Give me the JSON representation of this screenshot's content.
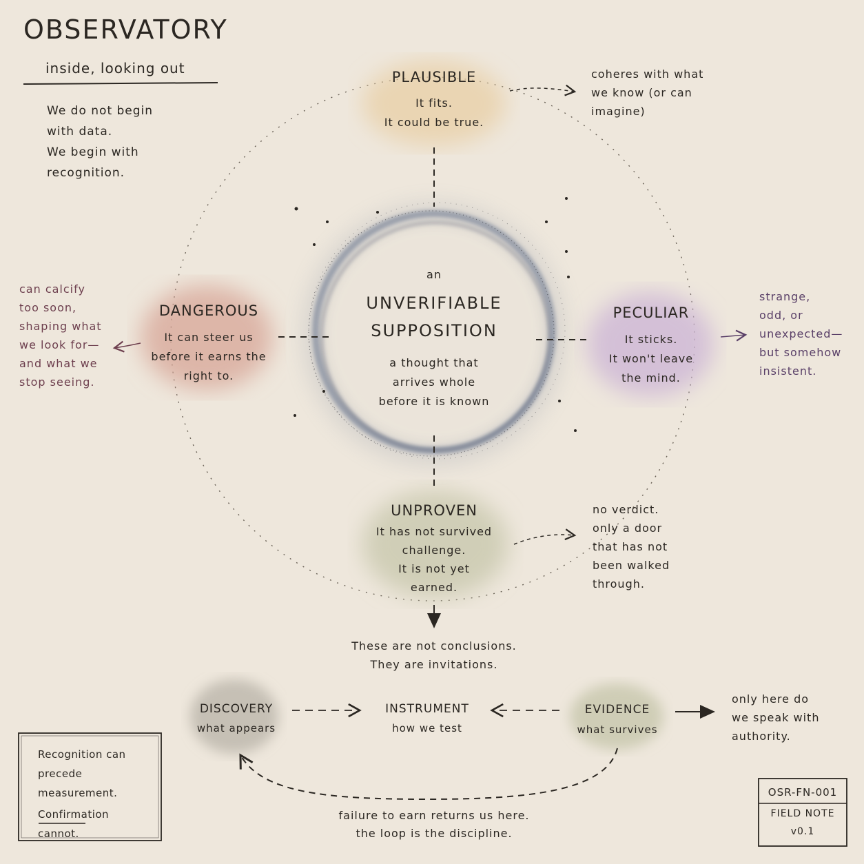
{
  "header": {
    "title": "OBSERVATORY",
    "subtitle": "inside, looking out",
    "intro": [
      "We do not begin",
      "with data.",
      "We begin with",
      "recognition."
    ]
  },
  "center": {
    "pre": "an",
    "title_lines": [
      "UNVERIFIABLE",
      "SUPPOSITION"
    ],
    "body_lines": [
      "a thought that",
      "arrives whole",
      "before it is known"
    ]
  },
  "nodes": {
    "plausible": {
      "title": "PLAUSIBLE",
      "lines": [
        "It fits.",
        "It could be true."
      ],
      "note": [
        "coheres with what",
        "we know (or can",
        "imagine)"
      ],
      "color": "#e8cfa6"
    },
    "dangerous": {
      "title": "DANGEROUS",
      "lines": [
        "It can steer us",
        "before it earns the",
        "right to."
      ],
      "note": [
        "can calcify",
        "too soon,",
        "shaping what",
        "we look for—",
        "and what we",
        "stop seeing."
      ],
      "color": "#d7a597"
    },
    "peculiar": {
      "title": "PECULIAR",
      "lines": [
        "It sticks.",
        "It won't leave",
        "the mind."
      ],
      "note": [
        "strange,",
        "odd, or",
        "unexpected—",
        "but somehow",
        "insistent."
      ],
      "color": "#cdb6d6"
    },
    "unproven": {
      "title": "UNPROVEN",
      "lines": [
        "It has not survived",
        "challenge.",
        "It is not yet",
        "earned."
      ],
      "note": [
        "no verdict.",
        "only a door",
        "that has not",
        "been walked",
        "through."
      ],
      "color": "#c9c8ae"
    }
  },
  "invitation": [
    "These are not conclusions.",
    "They are invitations."
  ],
  "loop": {
    "discovery": {
      "title": "DISCOVERY",
      "sub": "what appears"
    },
    "instrument": {
      "title": "INSTRUMENT",
      "sub": "how we test"
    },
    "evidence": {
      "title": "EVIDENCE",
      "sub": "what survives"
    },
    "evidence_note": [
      "only here do",
      "we speak with",
      "authority."
    ],
    "return_note": [
      "failure to earn returns us here.",
      "the loop is the discipline."
    ]
  },
  "box": {
    "line1": "Recognition can",
    "line2": "precede measurement.",
    "line3": "Confirmation",
    "line4_underlined": "cannot",
    "line4_tail": "."
  },
  "stamp": {
    "id": "OSR-FN-001",
    "label": "FIELD NOTE",
    "version": "v0.1"
  },
  "colors": {
    "paper": "#eee7dc",
    "ink": "#2b2722",
    "ring": "#5a6a8a",
    "mauve_text": "#6d3f4e",
    "violet_text": "#5a4068"
  }
}
